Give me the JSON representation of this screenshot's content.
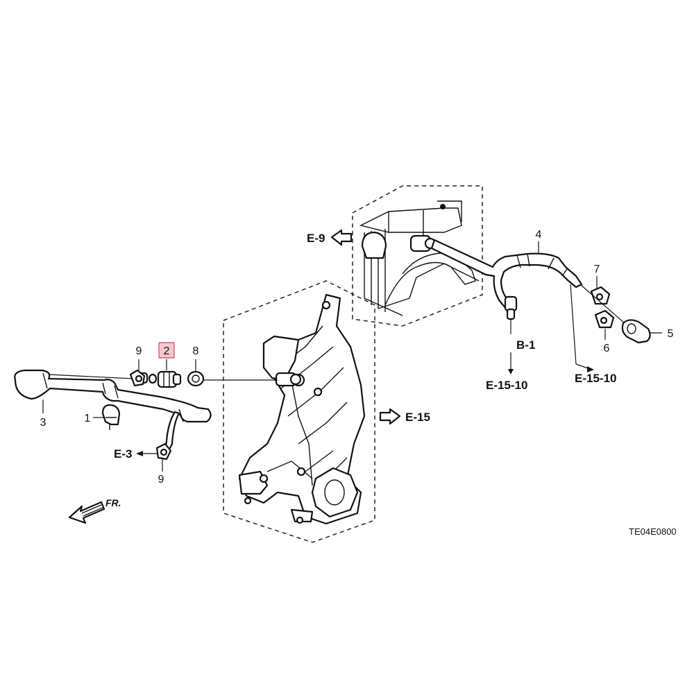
{
  "diagram": {
    "highlight_color": "#f4c7cf",
    "highlight_border": "#d2455e",
    "line_color": "#111111",
    "drawing_code": "TE04E0800",
    "front_label": "FR.",
    "callouts": {
      "c1": "1",
      "c2": "2",
      "c3": "3",
      "c4": "4",
      "c5": "5",
      "c6": "6",
      "c7": "7",
      "c8": "8",
      "c9_top": "9",
      "c9_bottom": "9"
    },
    "references": {
      "e9": "E-9",
      "e15": "E-15",
      "e3": "E-3",
      "b1": "B-1",
      "e1510_left": "E-15-10",
      "e1510_right": "E-15-10"
    }
  }
}
